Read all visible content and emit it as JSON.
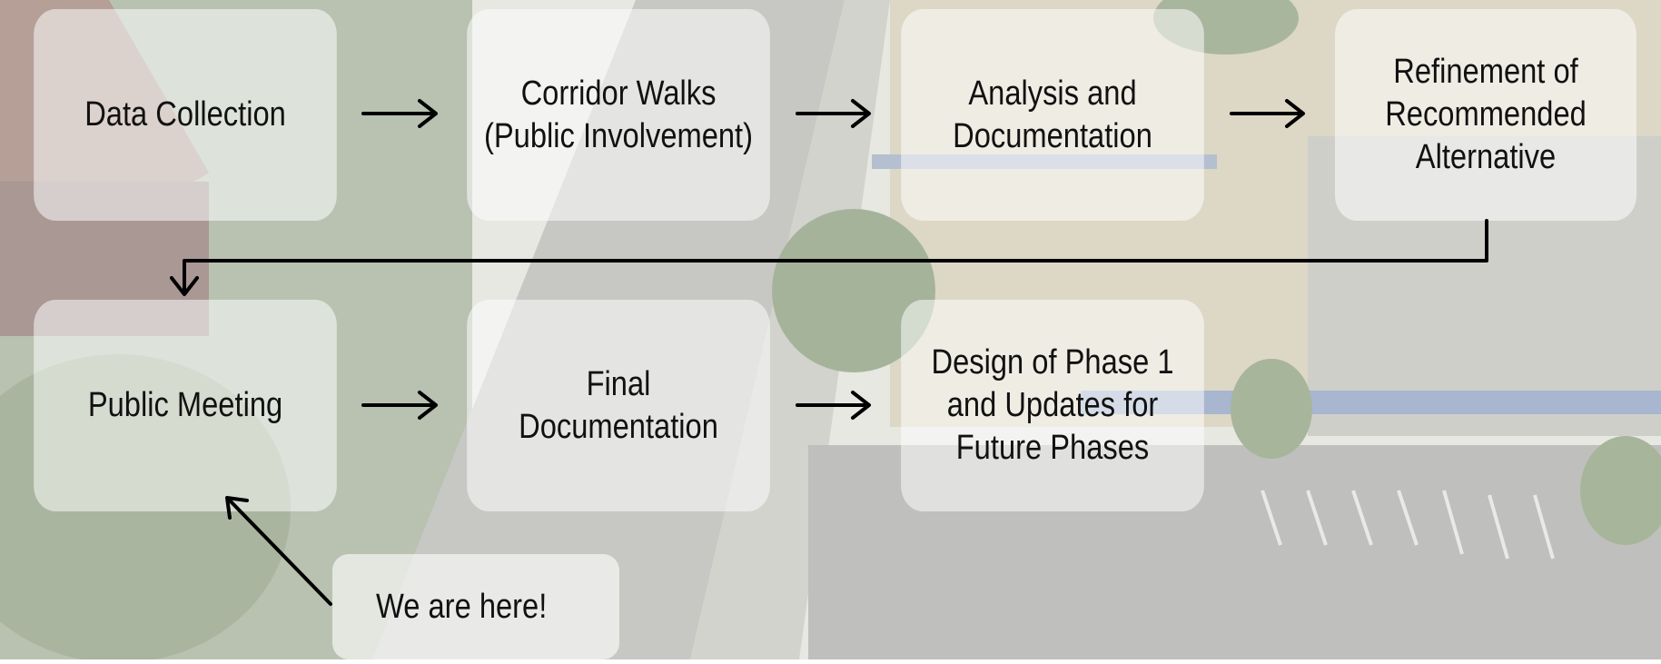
{
  "steps": [
    {
      "label": "Data Collection"
    },
    {
      "label": "Corridor Walks\n(Public Involvement)"
    },
    {
      "label": "Analysis and\nDocumentation"
    },
    {
      "label": "Refinement of\nRecommended\nAlternative"
    },
    {
      "label": "Public Meeting"
    },
    {
      "label": "Final\nDocumentation"
    },
    {
      "label": "Design of Phase 1\nand Updates for\nFuture Phases"
    }
  ],
  "callout": {
    "label": "We are here!"
  },
  "colors": {
    "box": "#ffffff",
    "arrow": "#000000",
    "text": "#111111"
  }
}
